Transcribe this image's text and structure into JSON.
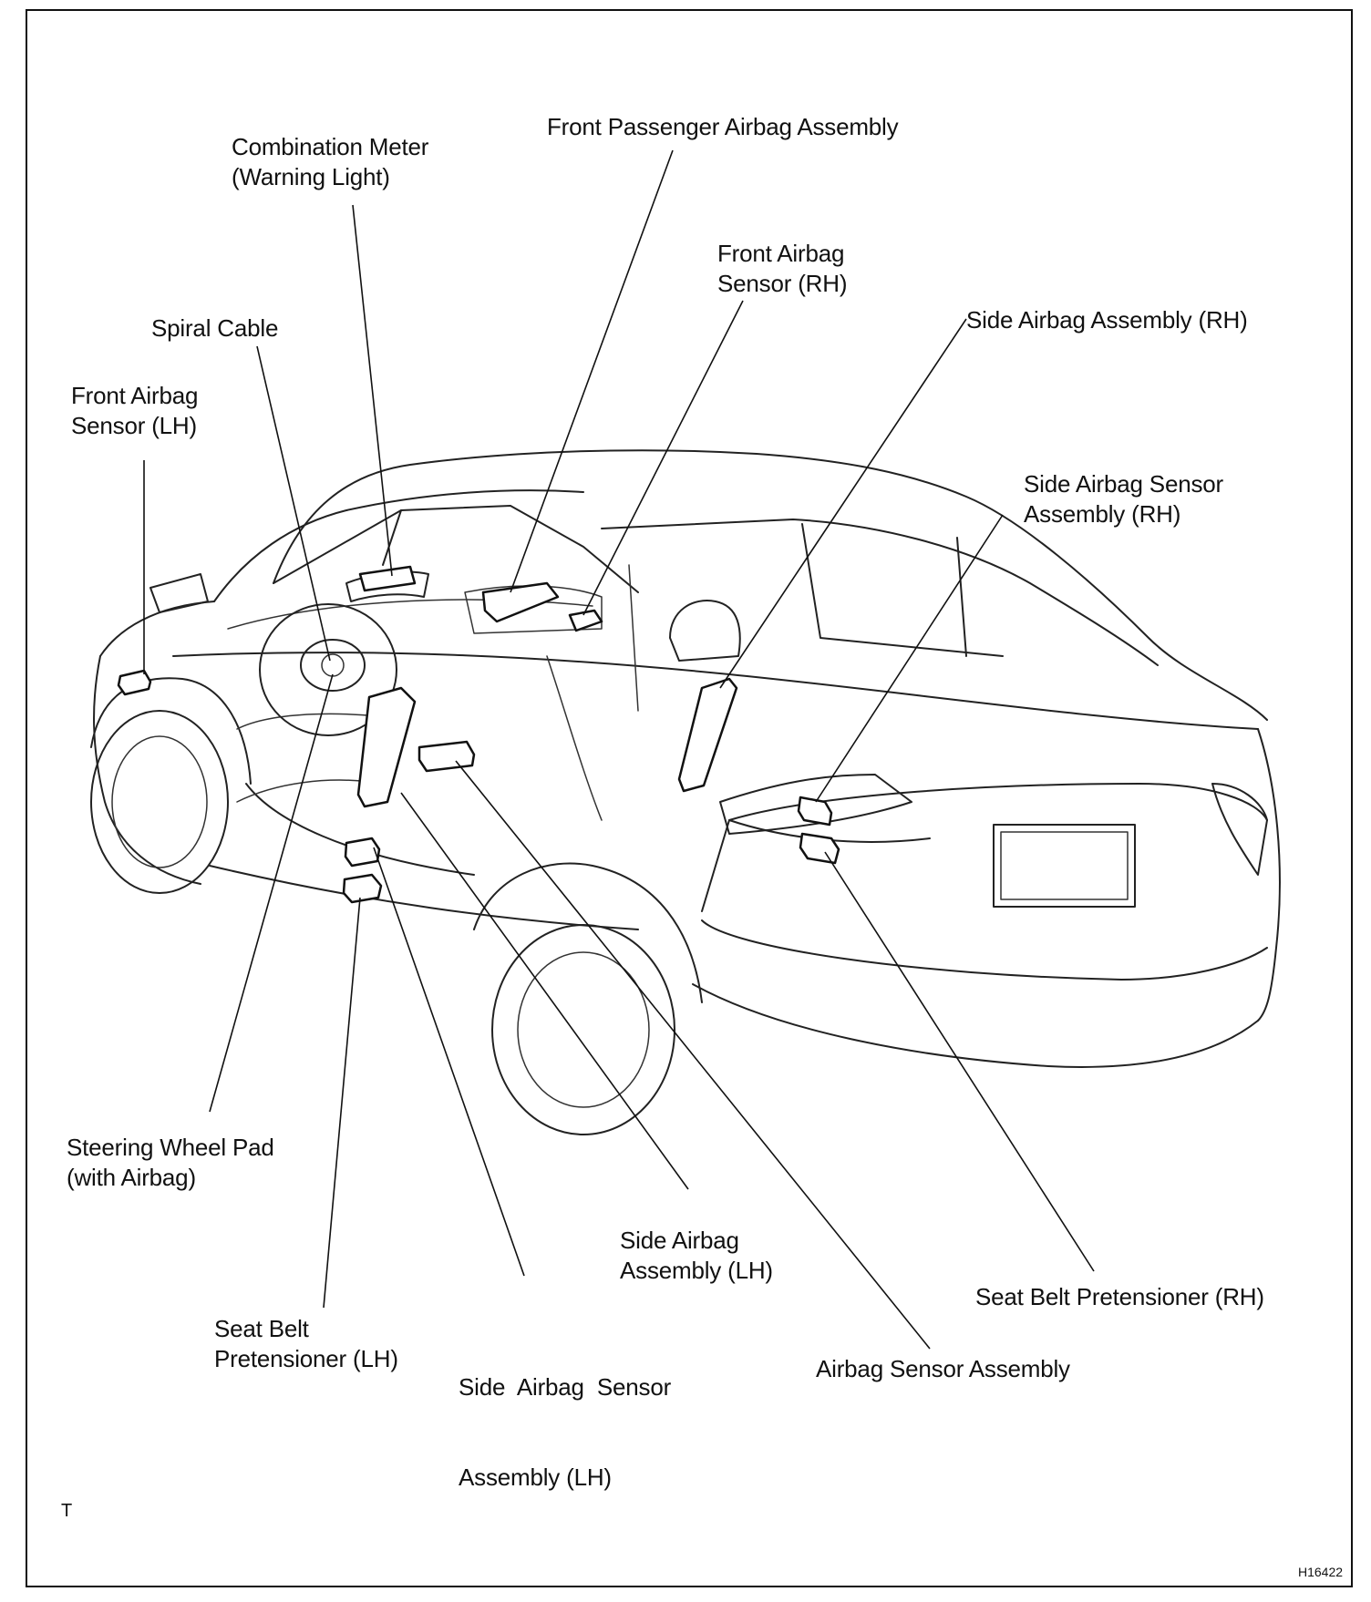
{
  "labels": {
    "combination_meter": [
      "Combination Meter",
      "(Warning Light)"
    ],
    "front_passenger_airbag": [
      "Front Passenger Airbag Assembly"
    ],
    "front_airbag_sensor_rh": [
      "Front Airbag",
      "Sensor (RH)"
    ],
    "spiral_cable": [
      "Spiral Cable"
    ],
    "side_airbag_assembly_rh": [
      "Side Airbag Assembly (RH)"
    ],
    "front_airbag_sensor_lh": [
      "Front Airbag",
      "Sensor (LH)"
    ],
    "side_airbag_sensor_rh": [
      "Side Airbag Sensor",
      "Assembly (RH)"
    ],
    "steering_wheel_pad": [
      "Steering Wheel Pad",
      "(with Airbag)"
    ],
    "side_airbag_assembly_lh": [
      "Side Airbag",
      "Assembly (LH)"
    ],
    "seat_belt_pretensioner_rh": [
      "Seat Belt Pretensioner (RH)"
    ],
    "seat_belt_pretensioner_lh": [
      "Seat Belt",
      "Pretensioner (LH)"
    ],
    "side_airbag_sensor_lh": [
      "Side  Airbag  Sensor",
      "Assembly (LH)"
    ],
    "airbag_sensor_assembly": [
      "Airbag Sensor Assembly"
    ]
  },
  "corner_mark": "T",
  "figure_code": "H16422"
}
